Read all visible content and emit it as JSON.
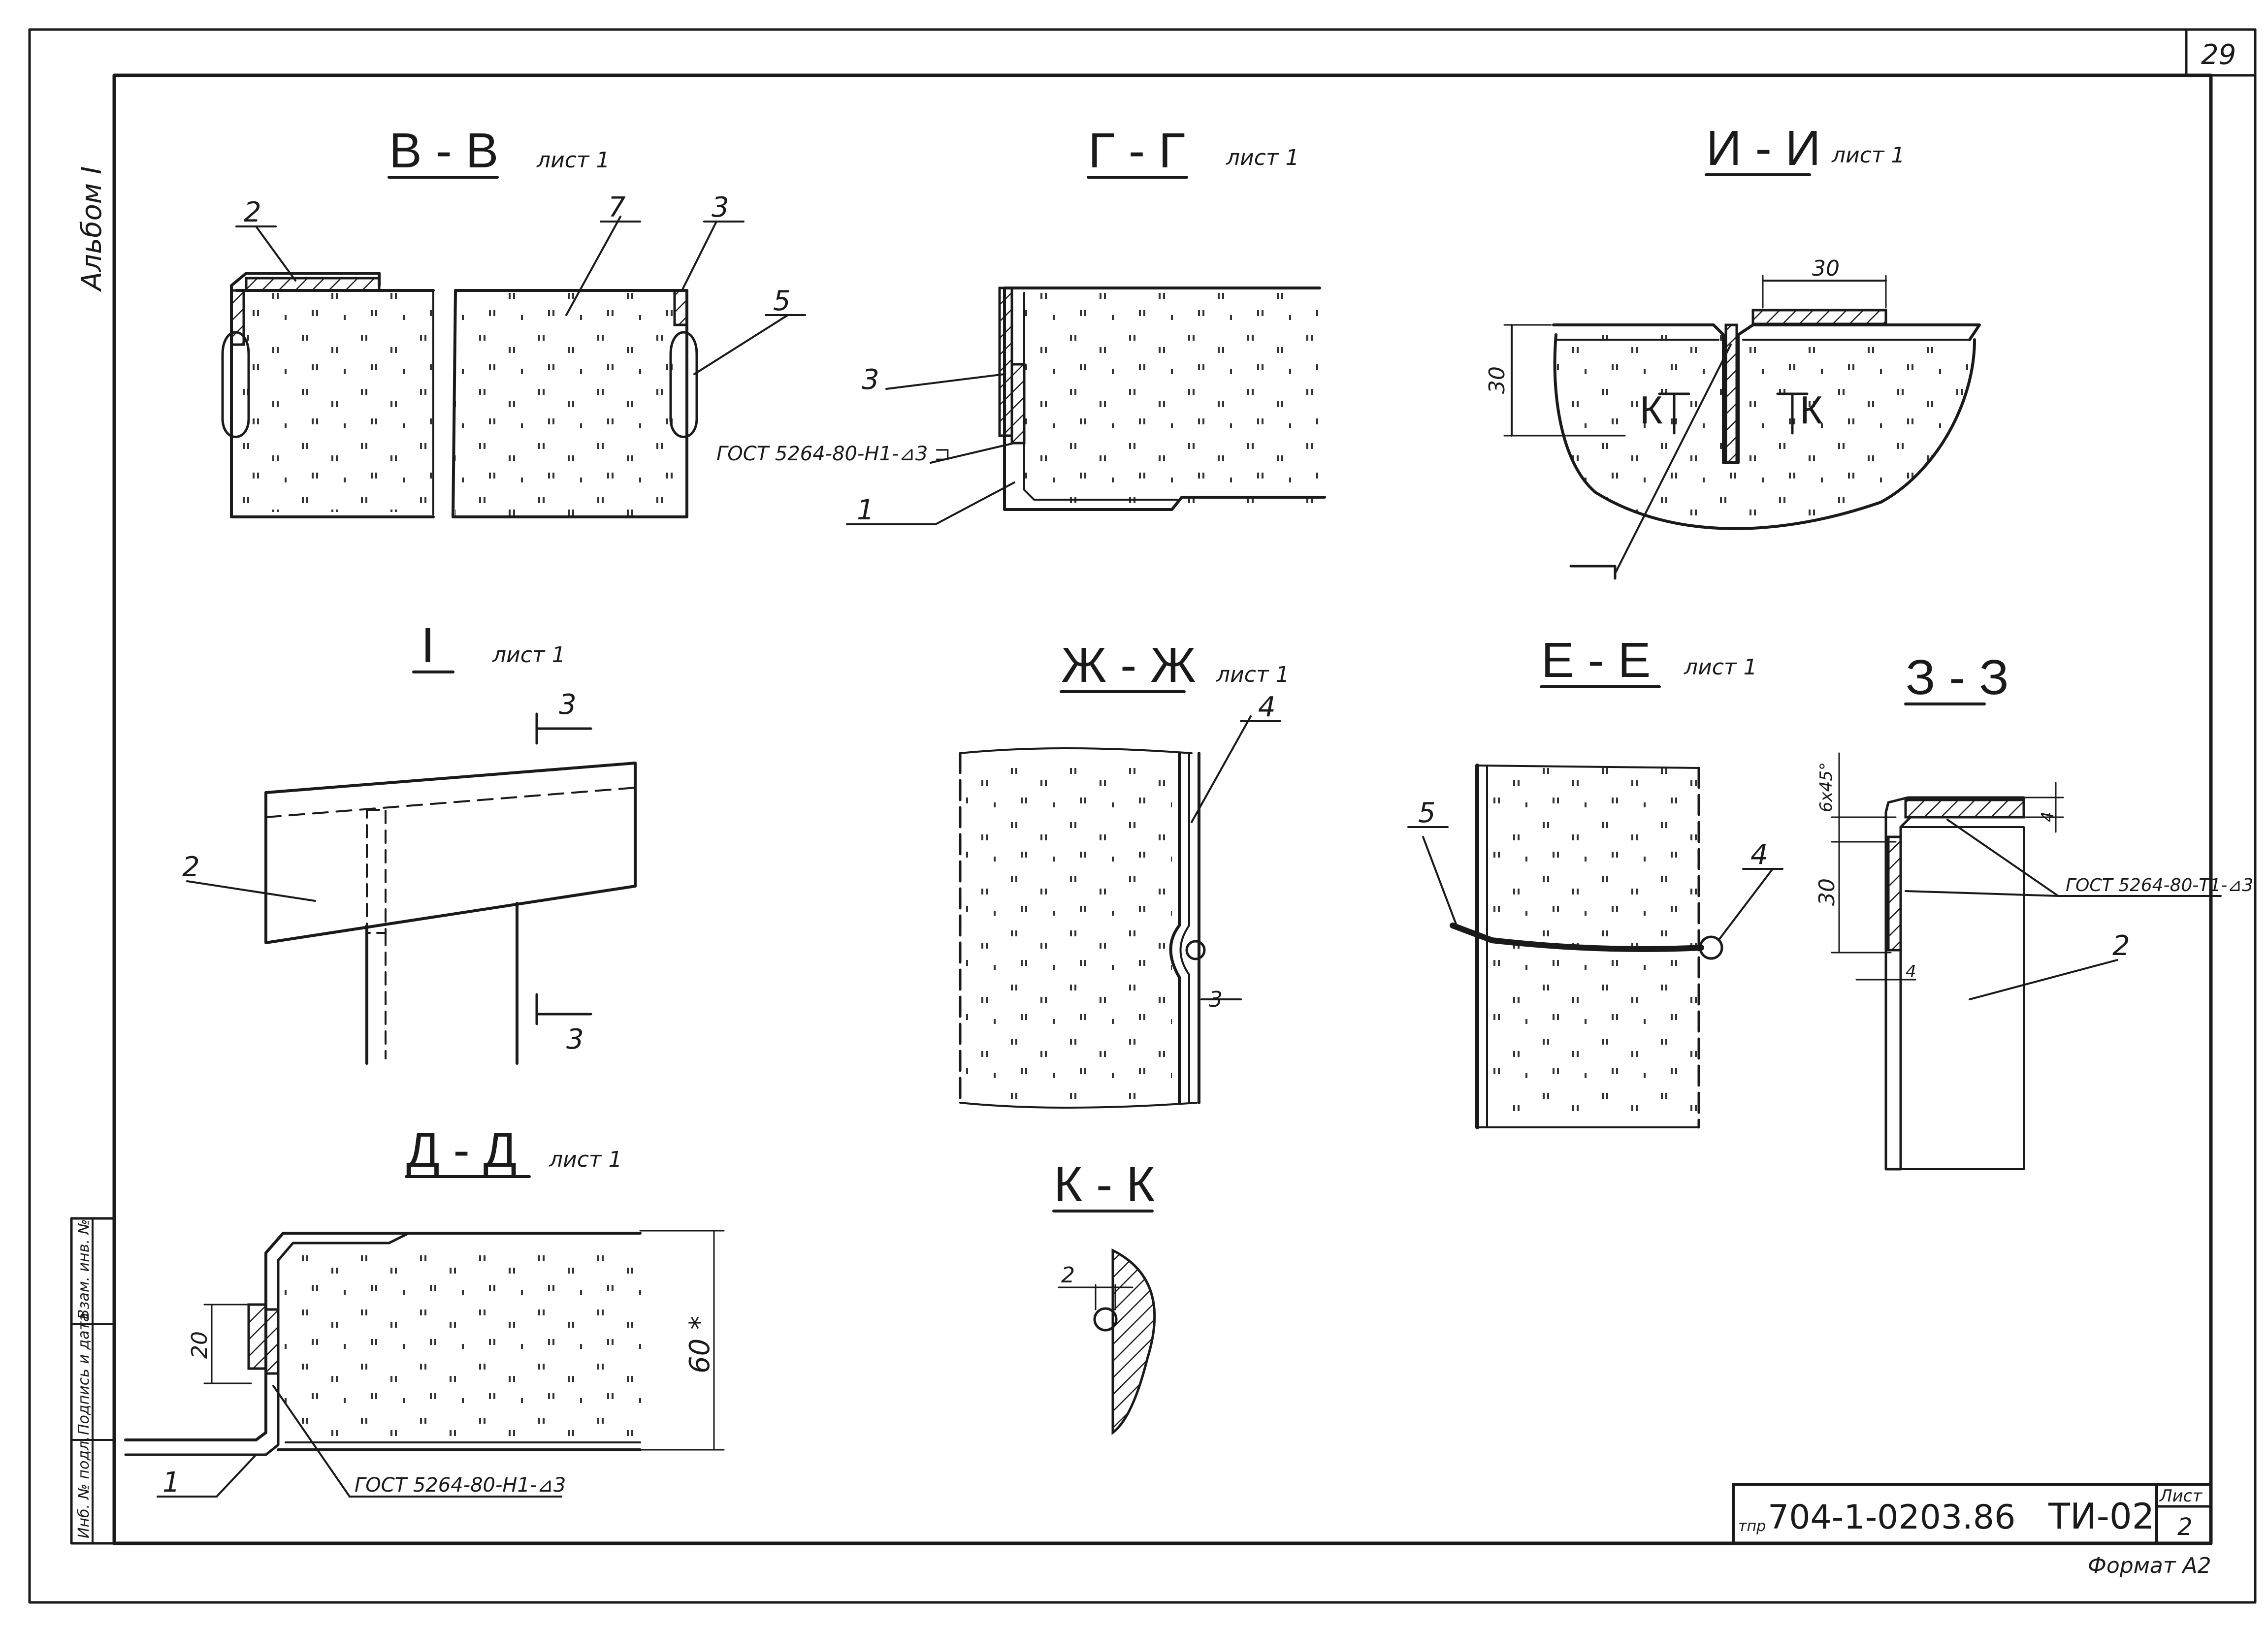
{
  "sheet": {
    "page_number": "29",
    "album": "Альбом I",
    "format": "Формат А2"
  },
  "title_block": {
    "prefix": "тпр",
    "code": "704-1-0203.86",
    "mark": "ТИ-02",
    "sheet_label": "Лист",
    "sheet_no": "2"
  },
  "side_stamp": {
    "inv_podl": "Инб. № подл.",
    "podpis": "Подпись и дата",
    "vzam": "Взам. инв. №"
  },
  "views": {
    "vv": {
      "title": "В - В",
      "ref": "лист 1",
      "callouts": [
        "2",
        "7",
        "3",
        "5"
      ]
    },
    "gg": {
      "title": "Г - Г",
      "ref": "лист 1",
      "callouts": [
        "3",
        "1"
      ],
      "weld": "ГОСТ 5264-80-Н1-⊿3 ⊐"
    },
    "ii": {
      "title": "И - И",
      "ref": "лист 1",
      "dim_30_top": "30",
      "dim_30_left": "30",
      "k_left": "К",
      "k_right": "К"
    },
    "i": {
      "title": "I",
      "ref": "лист 1",
      "callouts": [
        "2"
      ],
      "section_mark": "3"
    },
    "zhzh": {
      "title": "Ж - Ж",
      "ref": "лист 1",
      "callouts": [
        "4"
      ],
      "dim": "3"
    },
    "ee": {
      "title": "Е - Е",
      "ref": "лист 1",
      "callouts": [
        "5",
        "4"
      ]
    },
    "zz": {
      "title": "З - З",
      "dim_chamfer": "6x45°",
      "dim_4_top": "4",
      "dim_30": "30",
      "dim_4_bottom": "4",
      "weld": "ГОСТ 5264-80-Т1-⊿3",
      "callouts": [
        "2"
      ]
    },
    "dd": {
      "title": "Д - Д",
      "ref": "лист 1",
      "dim_20": "20",
      "dim_60": "60 *",
      "callouts": [
        "1"
      ],
      "weld": "ГОСТ 5264-80-Н1-⊿3"
    },
    "kk": {
      "title": "К - К",
      "dim": "2"
    }
  }
}
